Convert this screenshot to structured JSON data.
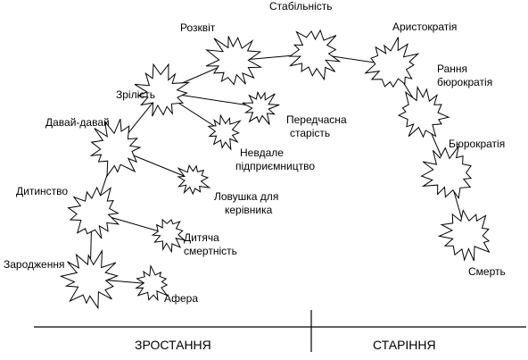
{
  "nodes": {
    "birth": "Зародження",
    "infancy": "Дитинство",
    "gogo": "Давай-давай",
    "maturity": "Зрілість",
    "prime": "Розквіт",
    "stability": "Стабільність",
    "aristocracy": "Аристократія",
    "early_bureaucracy": [
      "Рання",
      "бюрократія"
    ],
    "bureaucracy": "Бюрократія",
    "death": "Смерть",
    "affair": "Афера",
    "infant_mortality": [
      "Дитяча",
      "смертність"
    ],
    "founder_trap": [
      "Ловушка для",
      "керівника"
    ],
    "failed_entrepreneurship": [
      "Невдале",
      "підприємництво"
    ],
    "premature_aging": [
      "Передчасна",
      "старість"
    ]
  },
  "phases": {
    "growth": "ЗРОСТАННЯ",
    "aging": "СТАРІННЯ"
  }
}
